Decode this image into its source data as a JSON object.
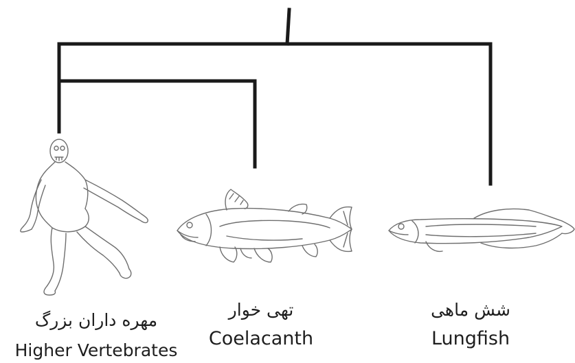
{
  "tree": {
    "taxa": [
      {
        "persian": "مهره داران بزرگ",
        "english": "Higher Vertebrates"
      },
      {
        "persian": "تهی خوار",
        "english": "Coelacanth"
      },
      {
        "persian": "شش ماهی",
        "english": "Lungfish"
      }
    ]
  },
  "colors": {
    "line": "#1a1a1a",
    "sketch": "#6e6e6e",
    "text": "#1e1e1e"
  },
  "icons": [
    "human-figure-icon",
    "coelacanth-fish-icon",
    "lungfish-icon"
  ]
}
